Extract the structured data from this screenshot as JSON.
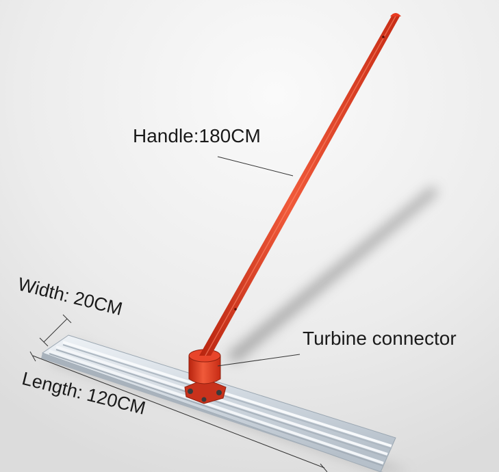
{
  "annotations": {
    "handle": "Handle:180CM",
    "turbine": "Turbine connector",
    "width": "Width: 20CM",
    "length": "Length: 120CM"
  },
  "colors": {
    "handle_red": "#e8391f",
    "connector_red": "#c8321c",
    "float_silver": "#d6dde4",
    "background": "#f2f2f2"
  }
}
